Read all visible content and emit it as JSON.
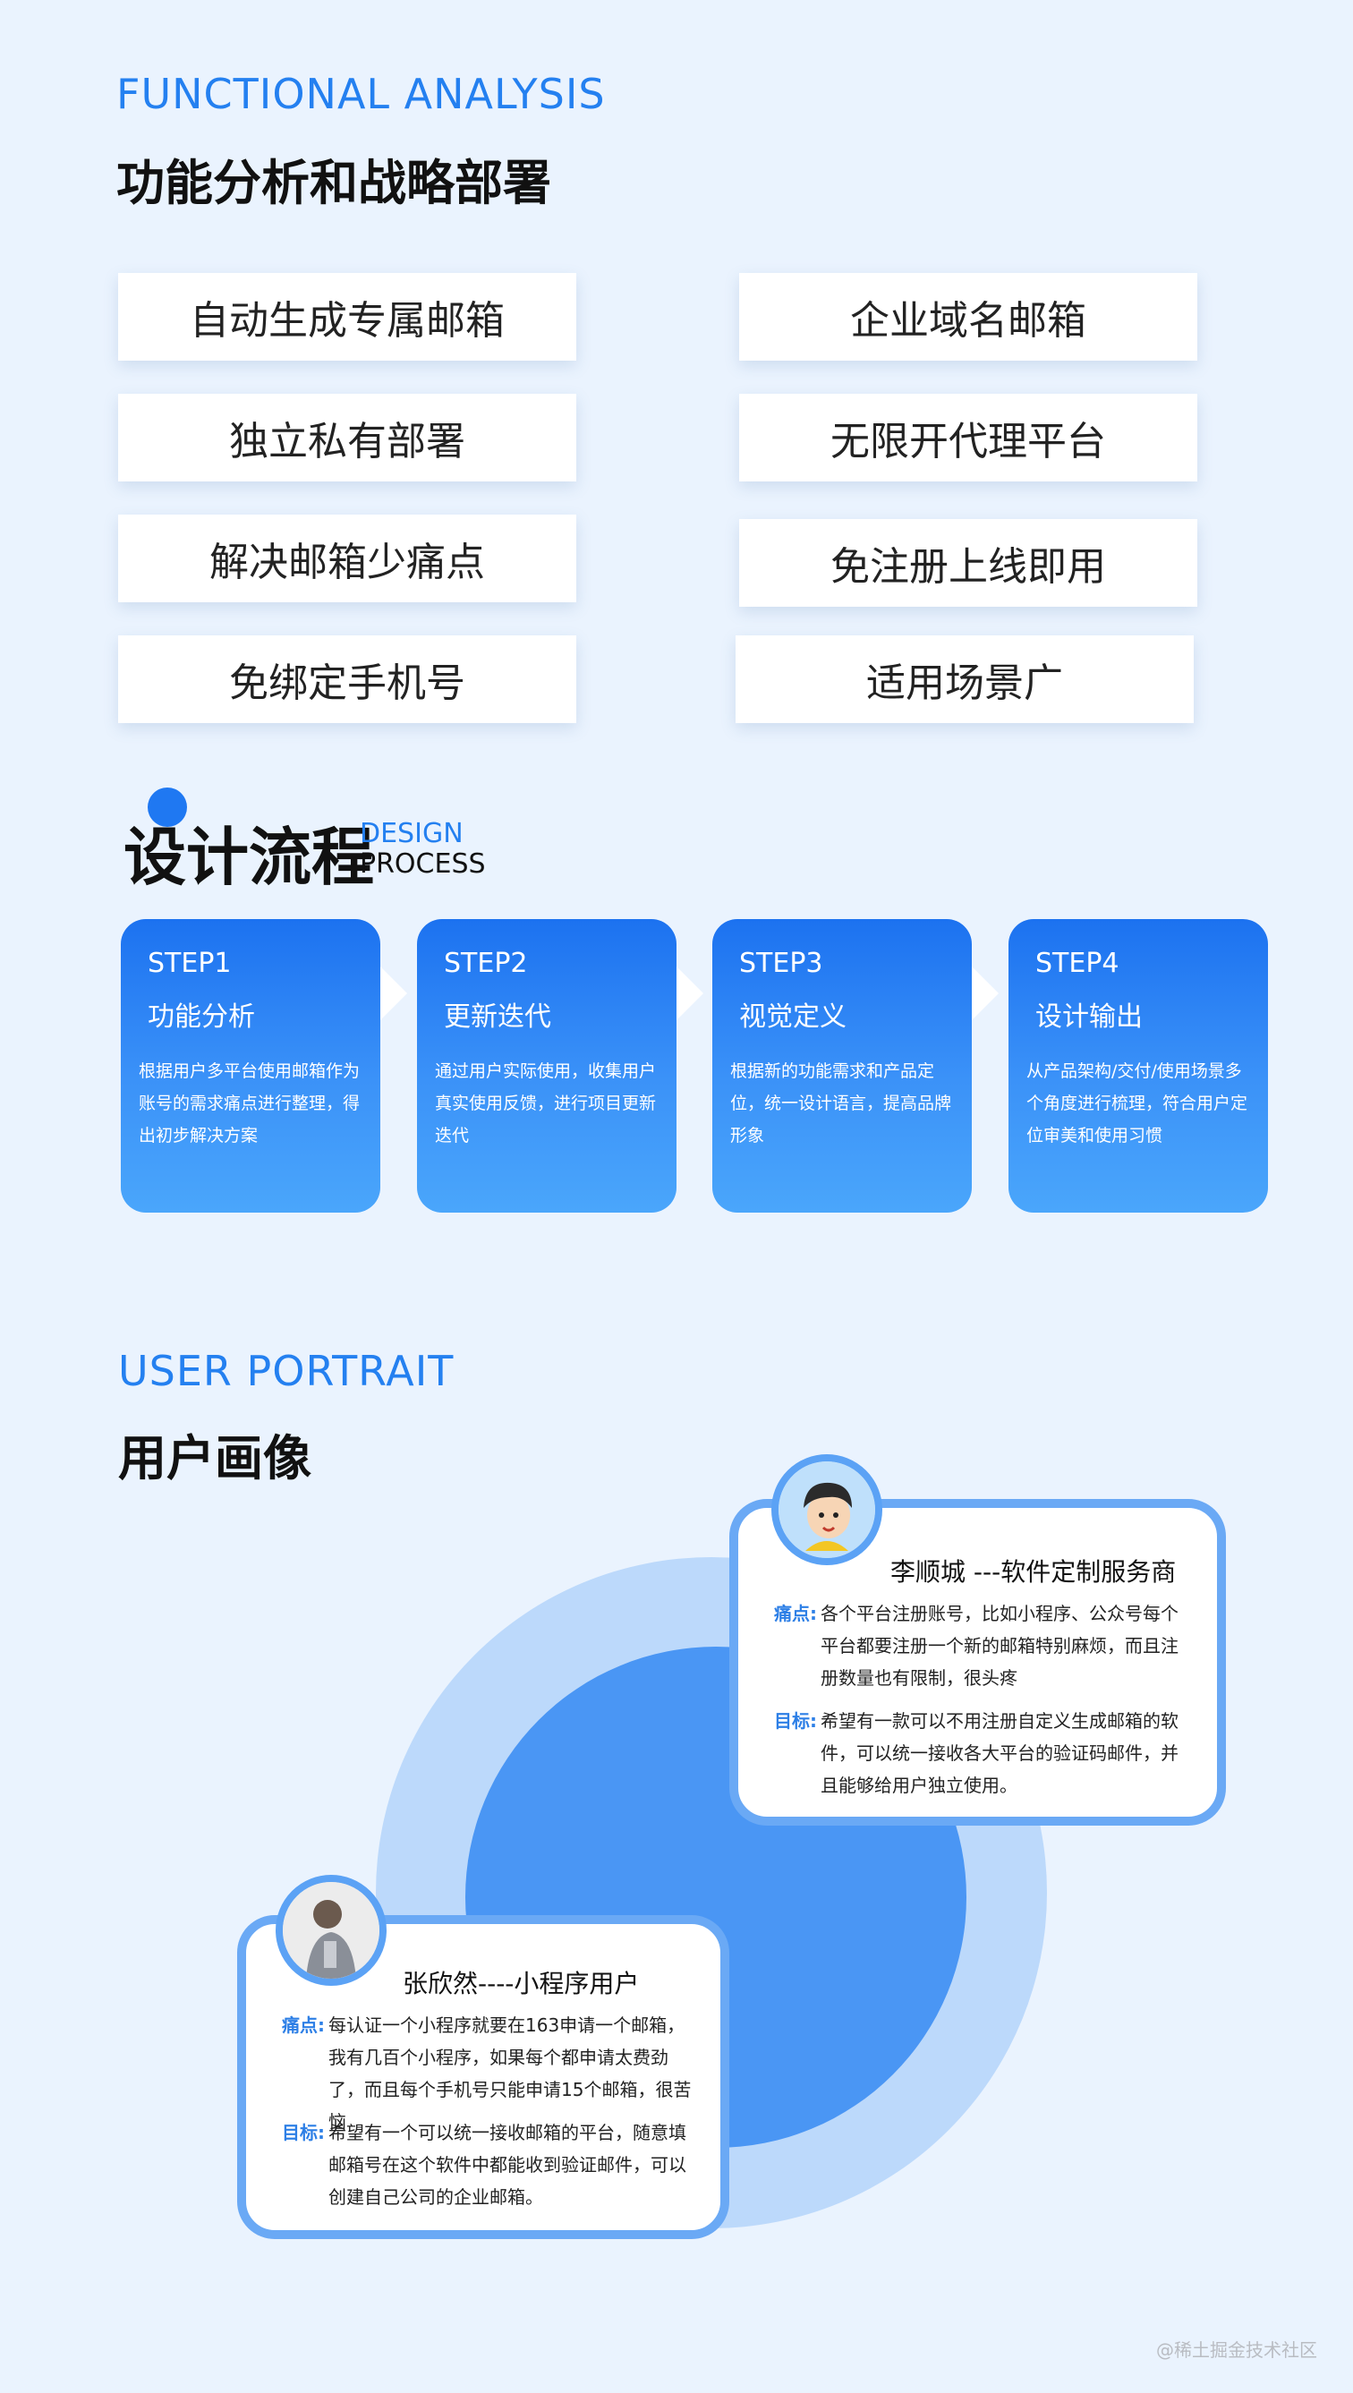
{
  "functional": {
    "en_title": "FUNCTIONAL ANALYSIS",
    "cn_title": "功能分析和战略部署",
    "features_left": [
      "自动生成专属邮箱",
      "独立私有部署",
      "解决邮箱少痛点",
      "免绑定手机号"
    ],
    "features_right": [
      "企业域名邮箱",
      "无限开代理平台",
      "免注册上线即用",
      "适用场景广"
    ]
  },
  "design": {
    "cn_title": "设计流程",
    "en_line1": "DESIGN",
    "en_line2": "PROCESS",
    "steps": [
      {
        "num": "STEP1",
        "name": "功能分析",
        "desc": "根据用户多平台使用邮箱作为账号的需求痛点进行整理，得出初步解决方案"
      },
      {
        "num": "STEP2",
        "name": "更新迭代",
        "desc": "通过用户实际使用，收集用户真实使用反馈，进行项目更新迭代"
      },
      {
        "num": "STEP3",
        "name": "视觉定义",
        "desc": "根据新的功能需求和产品定位，统一设计语言，提高品牌形象"
      },
      {
        "num": "STEP4",
        "name": "设计输出",
        "desc": "从产品架构/交付/使用场景多个角度进行梳理，符合用户定位审美和使用习惯"
      }
    ]
  },
  "portrait": {
    "en_title": "USER PORTRAIT",
    "cn_title": "用户画像",
    "users": [
      {
        "name": "李顺城 ---软件定制服务商",
        "pain_label": "痛点:",
        "pain": "各个平台注册账号，比如小程序、公众号每个平台都要注册一个新的邮箱特别麻烦，而且注册数量也有限制，很头疼",
        "goal_label": "目标:",
        "goal": "希望有一款可以不用注册自定义生成邮箱的软件，可以统一接收各大平台的验证码邮件，并且能够给用户独立使用。"
      },
      {
        "name": "张欣然----小程序用户",
        "pain_label": "痛点:",
        "pain": "每认证一个小程序就要在163申请一个邮箱，我有几百个小程序，如果每个都申请太费劲了，而且每个手机号只能申请15个邮箱，很苦恼",
        "goal_label": "目标:",
        "goal": "希望有一个可以统一接收邮箱的平台，随意填邮箱号在这个软件中都能收到验证邮件，可以创建自己公司的企业邮箱。"
      }
    ]
  },
  "watermark": "@稀土掘金技术社区",
  "colors": {
    "accent": "#2480f0",
    "background": "#eaf3fe",
    "card_border": "#6aa9f5"
  }
}
